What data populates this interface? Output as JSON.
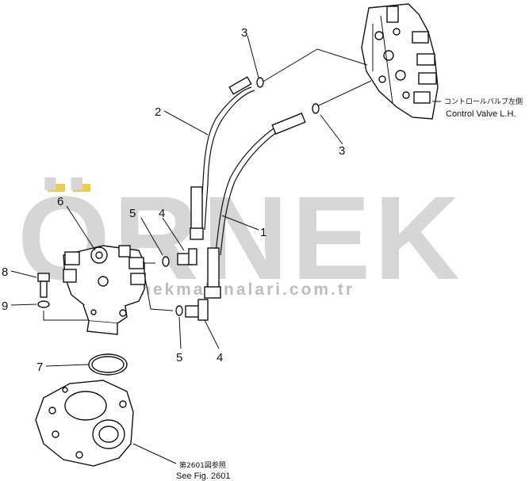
{
  "watermark": {
    "brand": "ÖRNEK",
    "url": "ornekmakinalari.com.tr",
    "accent_color": "#f2c94c"
  },
  "callouts": {
    "c1": "1",
    "c2": "2",
    "c3_top": "3",
    "c3_mid": "3",
    "c4_top": "4",
    "c4_bottom": "4",
    "c5_top": "5",
    "c5_bottom": "5",
    "c6": "6",
    "c7": "7",
    "c8": "8",
    "c9": "9"
  },
  "labels": {
    "control_valve_jp": "コントロールバルブ左側",
    "control_valve_en": "Control Valve L.H.",
    "see_fig_jp": "第2601図参照",
    "see_fig_en": "See Fig. 2601"
  }
}
